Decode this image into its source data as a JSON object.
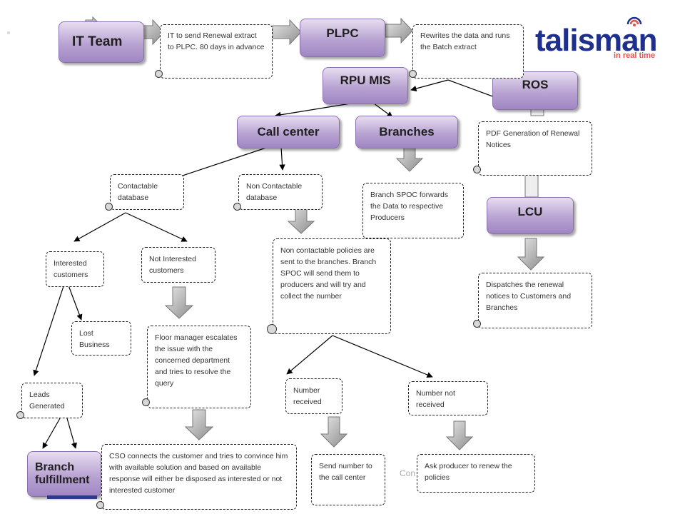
{
  "nodes": {
    "it_team": "IT Team",
    "plpc": "PLPC",
    "rpu_mis": "RPU MIS",
    "ros": "ROS",
    "call_center": "Call center",
    "branches": "Branches",
    "lcu": "LCU",
    "branch_fulfillment": "Branch fulfillment"
  },
  "notes": {
    "renewal_extract": "IT to send Renewal extract to PLPC. 80 days in advance",
    "rewrites": "Rewrites the data and runs the Batch extract",
    "pdf_generation": "PDF Generation of Renewal Notices",
    "contactable": "Contactable database",
    "non_contactable": "Non Contactable database",
    "branch_spoc": "Branch SPOC forwards the Data to respective Producers",
    "interested": "Interested customers",
    "not_interested": "Not Interested customers",
    "non_contactable_policies": "Non contactable policies are sent to the branches. Branch SPOC will send them to producers and will try and collect the number",
    "dispatches": "Dispatches the renewal notices to Customers and Branches",
    "lost_business": "Lost Business",
    "floor_manager": "Floor manager escalates the issue with the concerned department and tries to resolve the query",
    "leads_generated": "Leads Generated",
    "number_received": "Number received",
    "number_not_received": "Number not received",
    "cso_connects": "CSO connects the customer and tries to convince him with available solution and based on available response will either be disposed as interested or not interested customer",
    "send_number": "Send number to the call center",
    "ask_producer": "Ask producer to renew the policies"
  },
  "logo": {
    "word": "talisman",
    "tagline": "in real time"
  },
  "footer_fragment": "Con",
  "colors": {
    "box_fill": "#b8a3d2",
    "box_border": "#8a6fb0",
    "arrow_gray": "#9a9a9a",
    "logo_blue": "#1f2f8c",
    "logo_red": "#e0524a"
  }
}
